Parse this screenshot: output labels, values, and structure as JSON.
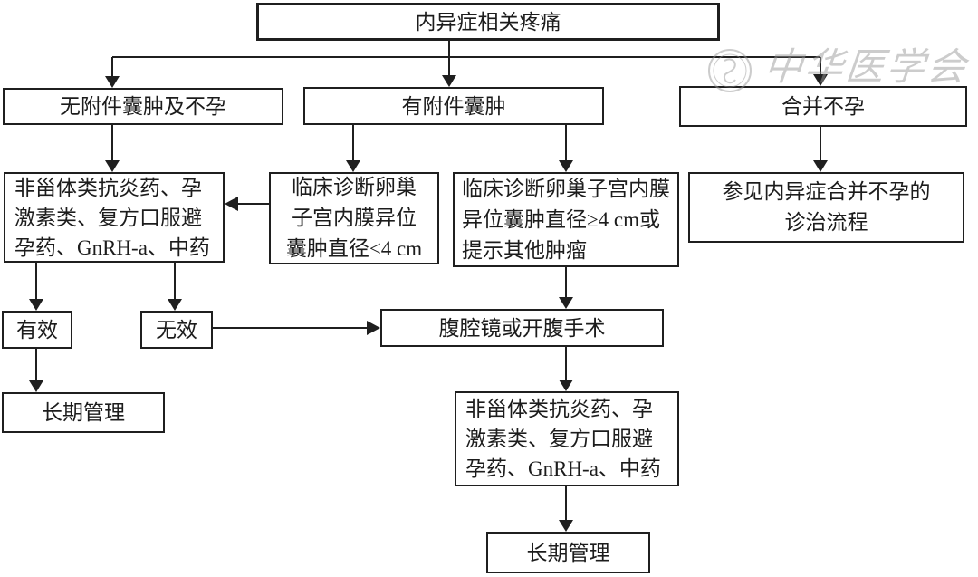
{
  "watermark": {
    "text": "中华医学会"
  },
  "nodes": {
    "root": {
      "label": "内异症相关疼痛"
    },
    "no_cyst_no_infertility": {
      "label": "无附件囊肿及不孕"
    },
    "adnexal_cyst": {
      "label": "有附件囊肿"
    },
    "with_infertility": {
      "label": "合并不孕"
    },
    "medication_first": {
      "label": "非甾体类抗炎药、孕\n激素类、复方口服避\n孕药、GnRH-a、中药"
    },
    "cyst_small": {
      "label": "临床诊断卵巢\n子宫内膜异位\n囊肿直径<4 cm"
    },
    "cyst_large": {
      "label": "临床诊断卵巢子宫内膜\n异位囊肿直径≥4 cm或\n提示其他肿瘤"
    },
    "refer_infertility": {
      "label": "参见内异症合并不孕的\n诊治流程"
    },
    "effective": {
      "label": "有效"
    },
    "ineffective": {
      "label": "无效"
    },
    "longterm_first": {
      "label": "长期管理"
    },
    "surgery": {
      "label": "腹腔镜或开腹手术"
    },
    "medication_post_surgery": {
      "label": "非甾体类抗炎药、孕\n激素类、复方口服避\n孕药、GnRH-a、中药"
    },
    "longterm_final": {
      "label": "长期管理"
    }
  },
  "colors": {
    "line": "#1f1f1f",
    "background": "#ffffff",
    "watermark": "#9a9a9a"
  }
}
